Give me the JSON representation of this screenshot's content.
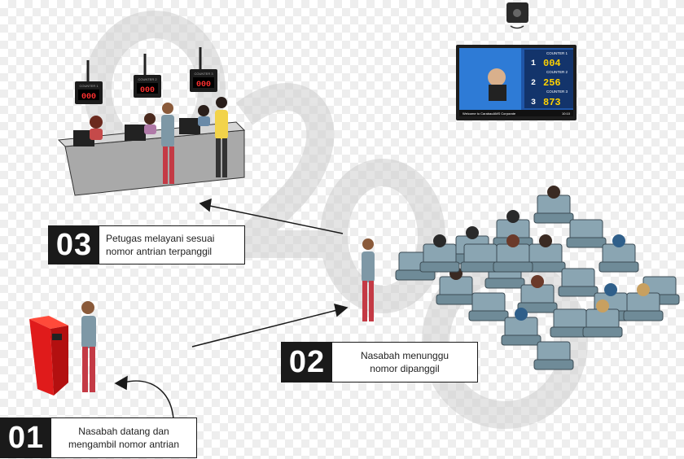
{
  "steps": [
    {
      "number": "01",
      "line1": "Nasabah datang dan",
      "line2": "mengambil nomor antrian"
    },
    {
      "number": "02",
      "line1": "Nasabah menunggu",
      "line2": "nomor dipanggil"
    },
    {
      "number": "03",
      "line1": "Petugas melayani sesuai",
      "line2": "nomor antrian terpanggil"
    }
  ],
  "counter_displays": [
    "000",
    "000",
    "000"
  ],
  "counter_signs": [
    "COUNTER 1",
    "COUNTER 2",
    "COUNTER 3"
  ],
  "tv": {
    "counters": [
      {
        "label": "COUNTER 1",
        "index": "1",
        "number": "004"
      },
      {
        "label": "COUNTER 2",
        "index": "2",
        "number": "256"
      },
      {
        "label": "COUNTER 3",
        "index": "3",
        "number": "873"
      }
    ],
    "ticker": "Welcome to CarabaoAMS Corporate",
    "clock": "10:10"
  },
  "colors": {
    "step_box": "#1a1a1a",
    "display_digits": "#ff3030",
    "tv_digits": "#ffd200",
    "seat": "#8aa5b2",
    "kiosk": "#e01b1b",
    "person_shirt": "#7e98a6",
    "person_pants": "#c43a45"
  }
}
